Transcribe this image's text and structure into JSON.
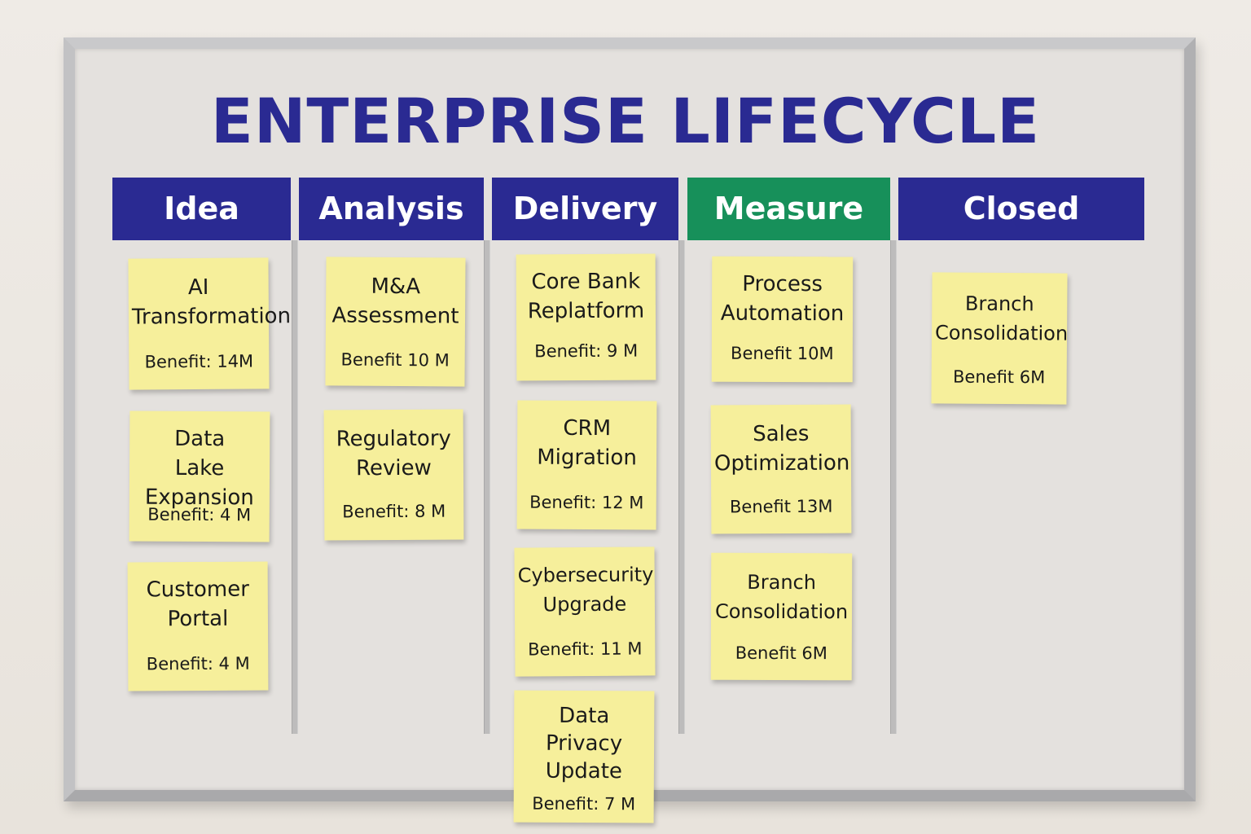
{
  "board": {
    "title": "ENTERPRISE LIFECYCLE"
  },
  "colors": {
    "header_blue": "#2a2a92",
    "header_green": "#17905a",
    "sticky_note": "#f6ef9b"
  },
  "columns": [
    {
      "name": "Idea",
      "color": "#2a2a92",
      "notes": [
        {
          "title": "AI\nTransformation",
          "benefit": "Benefit: 14M"
        },
        {
          "title": "Data\nLake Expansion",
          "benefit": "Benefit: 4 M"
        },
        {
          "title": "Customer\nPortal",
          "benefit": "Benefit: 4 M"
        }
      ]
    },
    {
      "name": "Analysis",
      "color": "#2a2a92",
      "notes": [
        {
          "title": "M&A\nAssessment",
          "benefit": "Benefit 10 M"
        },
        {
          "title": "Regulatory\nReview",
          "benefit": "Benefit: 8 M"
        }
      ]
    },
    {
      "name": "Delivery",
      "color": "#2a2a92",
      "notes": [
        {
          "title": "Core Bank\nReplatform",
          "benefit": "Benefit: 9 M"
        },
        {
          "title": "CRM\nMigration",
          "benefit": "Benefit: 12 M"
        },
        {
          "title": "Cybersecurity\nUpgrade",
          "benefit": "Benefit: 11 M"
        },
        {
          "title": "Data\nPrivacy\nUpdate",
          "benefit": "Benefit: 7 M"
        }
      ]
    },
    {
      "name": "Measure",
      "color": "#17905a",
      "notes": [
        {
          "title": "Process\nAutomation",
          "benefit": "Benefit 10M"
        },
        {
          "title": "Sales\nOptimization",
          "benefit": "Benefit 13M"
        },
        {
          "title": "Branch\nConsolidation",
          "benefit": "Benefit 6M"
        }
      ]
    },
    {
      "name": "Closed",
      "color": "#2a2a92",
      "notes": [
        {
          "title": "Branch\nConsolidation",
          "benefit": "Benefit 6M"
        }
      ]
    }
  ]
}
